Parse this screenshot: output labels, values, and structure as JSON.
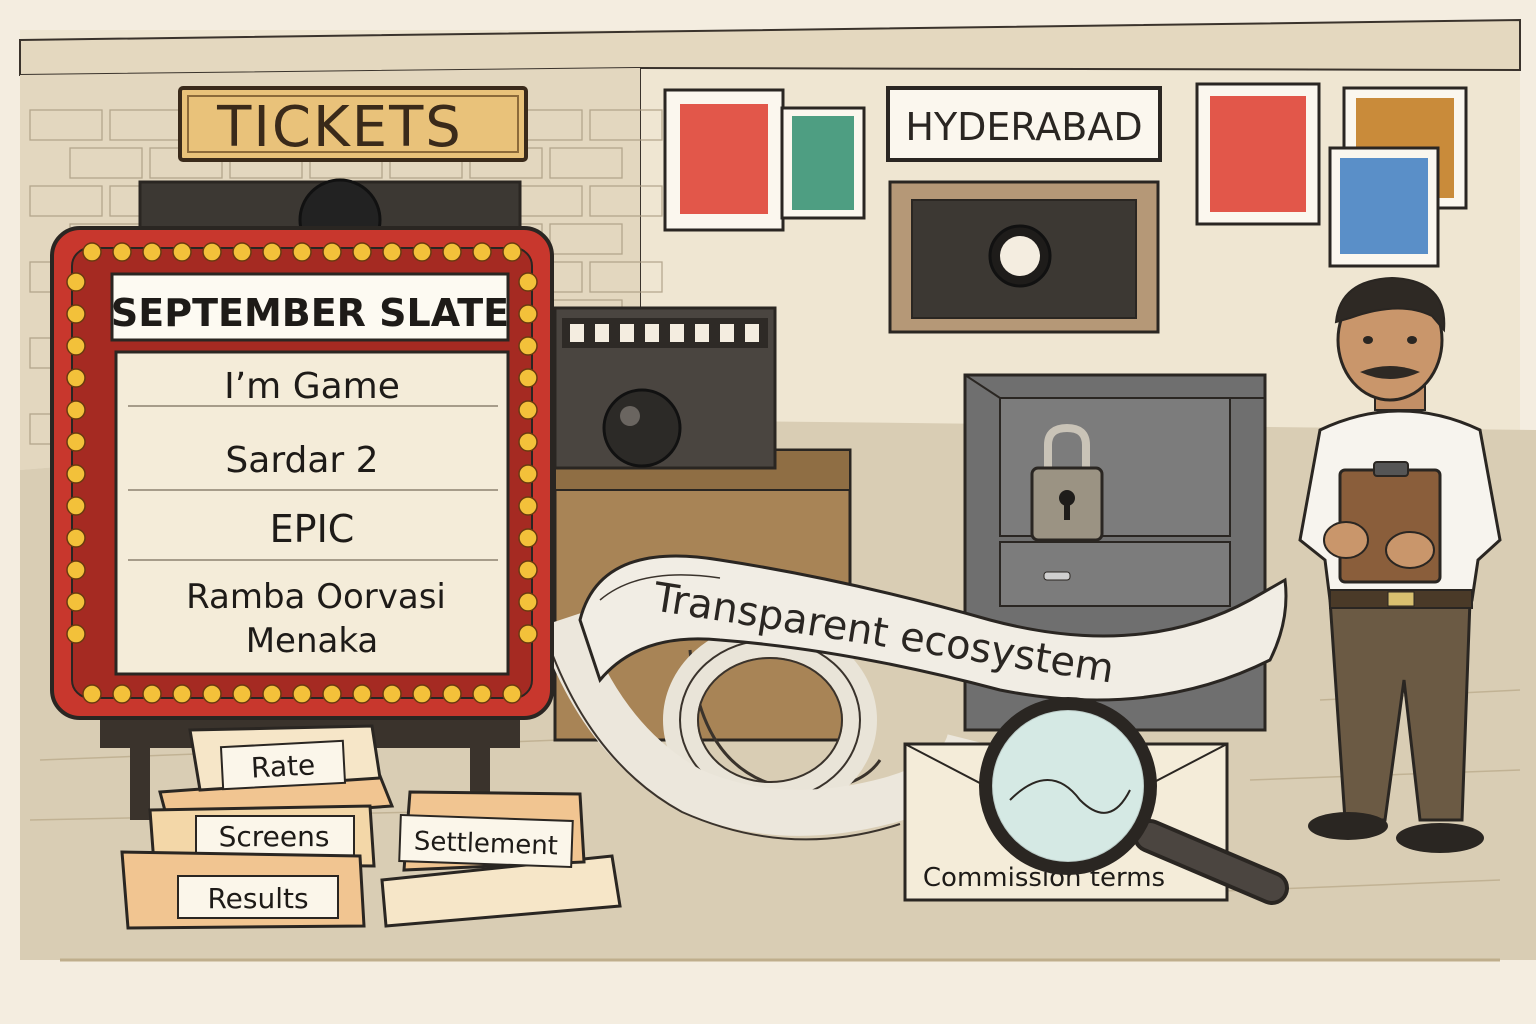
{
  "signs": {
    "tickets": "TICKETS",
    "city": "HYDERABAD"
  },
  "marquee": {
    "header": "SEPTEMBER SLATE",
    "films": [
      "I’m Game",
      "Sardar 2",
      "EPIC",
      "Ramba Oorvasi",
      "Menaka"
    ]
  },
  "banner": {
    "text": "Transparent ecosystem"
  },
  "stacks": {
    "rate": "Rate",
    "screens": "Screens",
    "results": "Results",
    "settlement": "Settlement"
  },
  "envelope": {
    "label": "Commission terms"
  },
  "colors": {
    "marquee_red": "#c8372d",
    "bulb_yellow": "#f3c13a",
    "sign_gold": "#e9c27a",
    "poster_red": "#e2574a",
    "poster_green": "#4e9e82",
    "poster_orange": "#c98b3a",
    "poster_blue": "#5a8fc8",
    "cabinet_gray": "#6f6f6f",
    "ink": "#2a2622"
  }
}
